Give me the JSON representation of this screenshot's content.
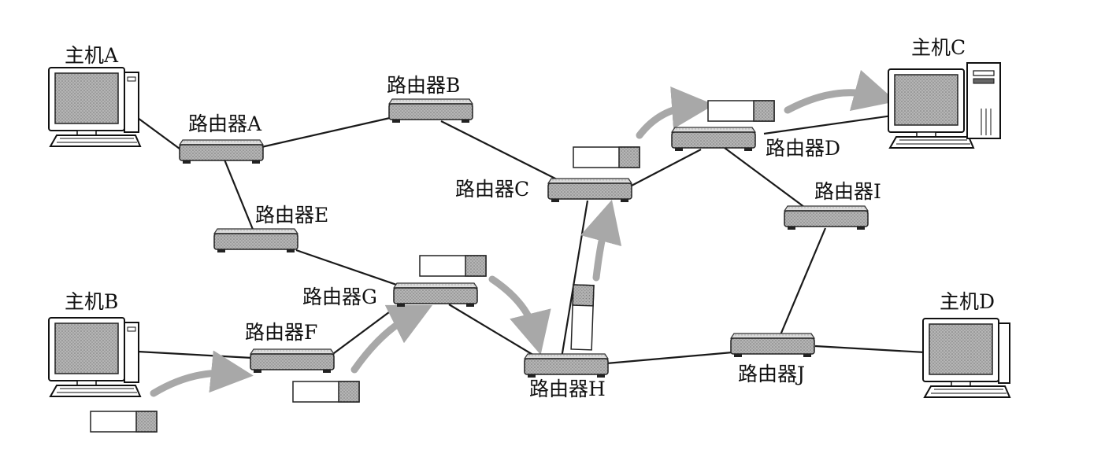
{
  "hosts": [
    {
      "id": "host-a",
      "label": "主机A"
    },
    {
      "id": "host-b",
      "label": "主机B"
    },
    {
      "id": "host-c",
      "label": "主机C"
    },
    {
      "id": "host-d",
      "label": "主机D"
    }
  ],
  "routers": [
    {
      "id": "router-a",
      "label": "路由器A"
    },
    {
      "id": "router-b",
      "label": "路由器B"
    },
    {
      "id": "router-c",
      "label": "路由器C"
    },
    {
      "id": "router-d",
      "label": "路由器D"
    },
    {
      "id": "router-e",
      "label": "路由器E"
    },
    {
      "id": "router-f",
      "label": "路由器F"
    },
    {
      "id": "router-g",
      "label": "路由器G"
    },
    {
      "id": "router-h",
      "label": "路由器H"
    },
    {
      "id": "router-i",
      "label": "路由器I"
    },
    {
      "id": "router-j",
      "label": "路由器J"
    }
  ],
  "links": [
    [
      "host-a",
      "router-a"
    ],
    [
      "router-a",
      "router-b"
    ],
    [
      "router-a",
      "router-e"
    ],
    [
      "router-b",
      "router-c"
    ],
    [
      "router-e",
      "router-g"
    ],
    [
      "host-b",
      "router-f"
    ],
    [
      "router-f",
      "router-g"
    ],
    [
      "router-g",
      "router-h"
    ],
    [
      "router-h",
      "router-c"
    ],
    [
      "router-c",
      "router-d"
    ],
    [
      "router-d",
      "host-c"
    ],
    [
      "router-d",
      "router-i"
    ],
    [
      "router-i",
      "router-j"
    ],
    [
      "router-h",
      "router-j"
    ],
    [
      "router-j",
      "host-d"
    ]
  ],
  "packet_path": [
    "host-b",
    "router-f",
    "router-g",
    "router-h",
    "router-c",
    "router-d",
    "host-c"
  ],
  "colors": {
    "line": "#1a1a1a",
    "arrow": "#a8a8a8",
    "router_body": "#cfcfcf",
    "packet_header": "#8c8c8c",
    "screen": "#9a9a9a"
  }
}
